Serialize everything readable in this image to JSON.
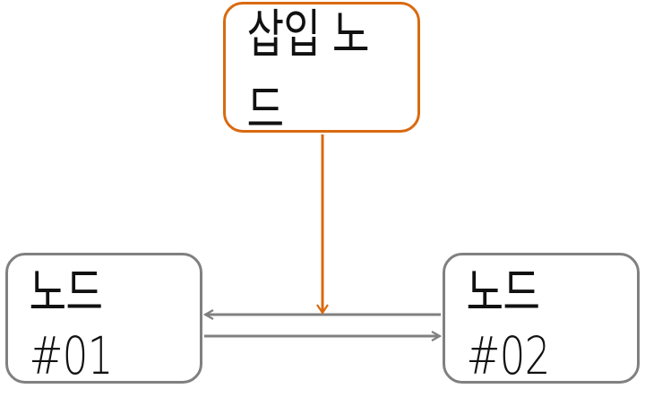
{
  "diagram": {
    "insert_node": {
      "label": "삽입 노드",
      "border_color": "#d96a10"
    },
    "node_01": {
      "label": "노드#01",
      "border_color": "#808080"
    },
    "node_02": {
      "label": "노드#02",
      "border_color": "#808080"
    },
    "edges": [
      {
        "from": "node_02",
        "to": "node_01",
        "color": "#808080"
      },
      {
        "from": "node_01",
        "to": "node_02",
        "color": "#808080"
      },
      {
        "from": "insert_node",
        "to": "edge_between_nodes",
        "color": "#d96a10"
      }
    ]
  }
}
